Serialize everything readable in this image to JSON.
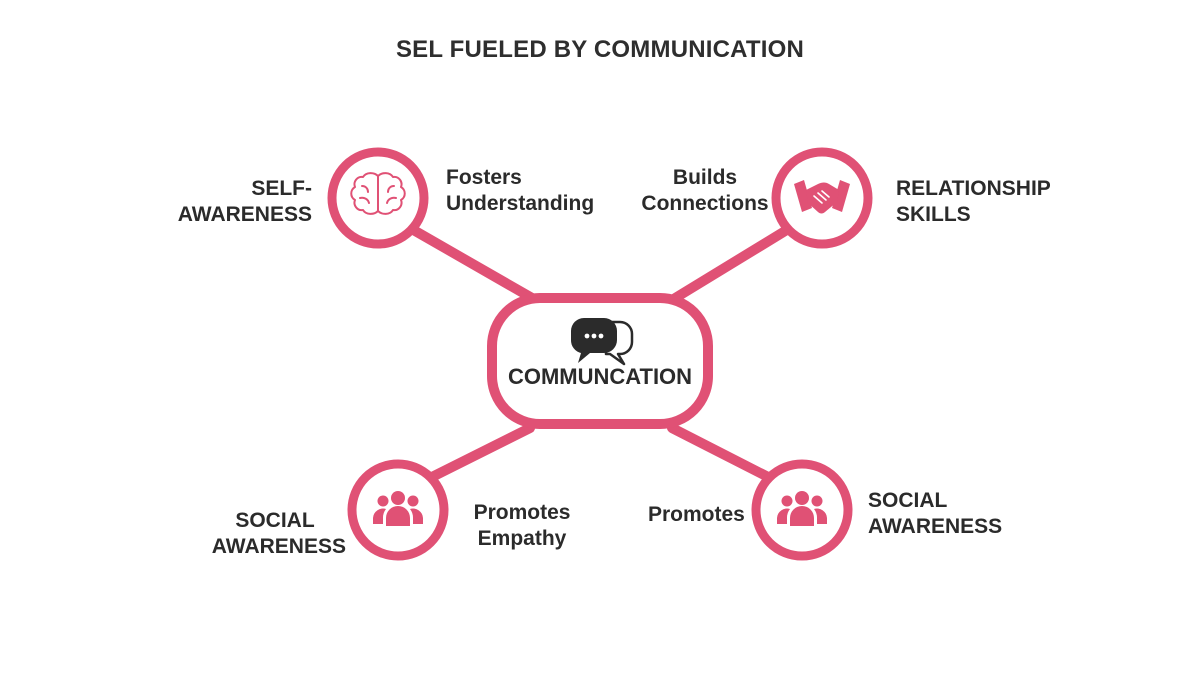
{
  "title": "SEL FUELED BY COMMUNICATION",
  "colors": {
    "accent": "#e05175",
    "text": "#2b2b2b",
    "background": "#ffffff"
  },
  "hub": {
    "label": "COMMUNCATION",
    "icon": "speech-bubbles-icon"
  },
  "nodes": [
    {
      "id": "top-left",
      "icon": "brain-icon",
      "outer_label": [
        "SELF-",
        "AWARENESS"
      ],
      "inner_label": [
        "Fosters",
        "Understanding"
      ]
    },
    {
      "id": "top-right",
      "icon": "handshake-icon",
      "outer_label": [
        "RELATIONSHIP",
        "SKILLS"
      ],
      "inner_label": [
        "Builds",
        "Connections"
      ]
    },
    {
      "id": "bottom-left",
      "icon": "people-group-icon",
      "outer_label": [
        "SOCIAL",
        "AWARENESS"
      ],
      "inner_label": [
        "Promotes",
        "Empathy"
      ]
    },
    {
      "id": "bottom-right",
      "icon": "people-group-icon",
      "outer_label": [
        "SOCIAL",
        "AWARENESS"
      ],
      "inner_label": [
        "Promotes"
      ]
    }
  ]
}
